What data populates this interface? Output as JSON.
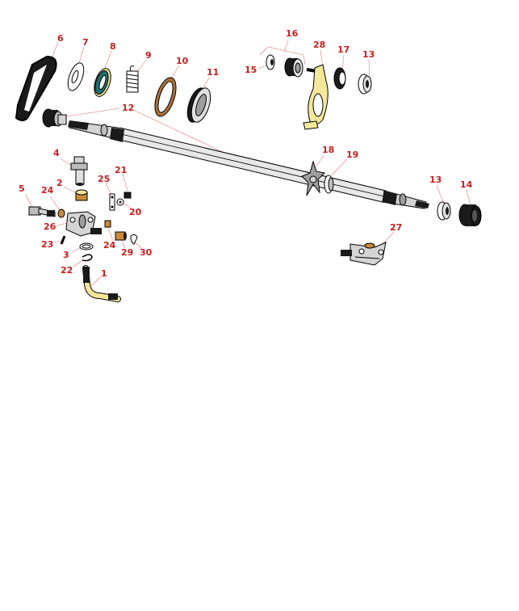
{
  "diagram": {
    "type": "exploded-parts-diagram",
    "colors": {
      "callout": "#c81e1e",
      "leader": "#e07a7a",
      "outline": "#000000",
      "part_gray": "#d4d4d4",
      "part_dark": "#1a1a1a",
      "part_yellow": "#f5e79a",
      "part_bronze": "#c98a3a",
      "part_teal": "#1f6f6f",
      "part_copper": "#b0703a"
    },
    "callouts": [
      {
        "id": "c1",
        "label": "1"
      },
      {
        "id": "c2",
        "label": "2"
      },
      {
        "id": "c3",
        "label": "3"
      },
      {
        "id": "c4",
        "label": "4"
      },
      {
        "id": "c5",
        "label": "5"
      },
      {
        "id": "c6",
        "label": "6"
      },
      {
        "id": "c7",
        "label": "7"
      },
      {
        "id": "c8",
        "label": "8"
      },
      {
        "id": "c9",
        "label": "9"
      },
      {
        "id": "c10",
        "label": "10"
      },
      {
        "id": "c11",
        "label": "11"
      },
      {
        "id": "c12",
        "label": "12"
      },
      {
        "id": "c13a",
        "label": "13"
      },
      {
        "id": "c13b",
        "label": "13"
      },
      {
        "id": "c14",
        "label": "14"
      },
      {
        "id": "c15",
        "label": "15"
      },
      {
        "id": "c16",
        "label": "16"
      },
      {
        "id": "c17",
        "label": "17"
      },
      {
        "id": "c18",
        "label": "18"
      },
      {
        "id": "c19",
        "label": "19"
      },
      {
        "id": "c20",
        "label": "20"
      },
      {
        "id": "c21",
        "label": "21"
      },
      {
        "id": "c22",
        "label": "22"
      },
      {
        "id": "c23",
        "label": "23"
      },
      {
        "id": "c24a",
        "label": "24"
      },
      {
        "id": "c24b",
        "label": "24"
      },
      {
        "id": "c25",
        "label": "25"
      },
      {
        "id": "c26",
        "label": "26"
      },
      {
        "id": "c27",
        "label": "27"
      },
      {
        "id": "c28",
        "label": "28"
      },
      {
        "id": "c29",
        "label": "29"
      },
      {
        "id": "c30",
        "label": "30"
      }
    ]
  }
}
